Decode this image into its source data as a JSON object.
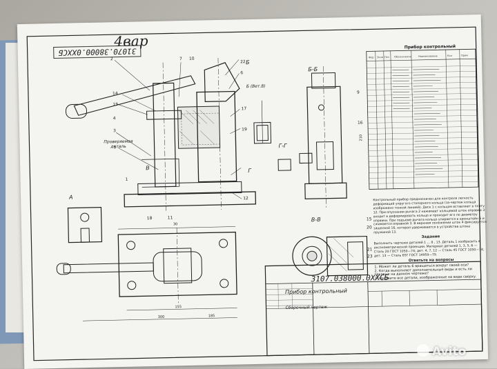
{
  "drawing": {
    "handwritten_note": "4вар",
    "code_stamp_top": "31070.38000.0ХХСБ",
    "spec_title": "Прибор контрольный",
    "title_block": {
      "code": "3107.038000.0ХХСБ",
      "name": "Прибор контрольный",
      "subtitle": "Сборочный чертеж"
    },
    "section_labels": [
      "A",
      "Б",
      "В",
      "Г-Г",
      "Б-Б",
      "В-В",
      "Б (Вет.8)",
      "Г"
    ],
    "part_labels": [
      "1",
      "2",
      "3",
      "4",
      "5",
      "6",
      "7",
      "9",
      "10",
      "11",
      "12",
      "13",
      "14",
      "15",
      "16",
      "17",
      "18",
      "19",
      "20",
      "21",
      "22",
      "23"
    ],
    "dimensions": [
      "30",
      "155",
      "300",
      "185",
      "210"
    ],
    "part_caption": "Проверяемая деталь",
    "description": "Контрольный прибор предназначен для контроля легкость деформаций упругого стопорного кольца (за-чертеж кольца изображено тонкой линией). Диск 1 с кольцом вставляют в плиту 12. При опускании рычага 2 нажимает кольцевой шток оправки 3 входит в деформировать кольцо и проходит его по диаметру оправки. При подъеме рычага кольцо упирается в кронштейн 5 и сжимается оправкой 3. В верхнем положении шток 4 фиксируется защелкой 16, которая удерживается в устройстве штока пружиной 13.",
    "task_heading": "Задание",
    "task_text": "Выполнить чертежи деталей 1 ... 8 , 13. Деталь 1 изобразить в аксонометрической проекции. Материал деталей 1, 3, 5, 6 — Сталь 20 ГОСТ 1050—74; дет. 4, 7, 12 — Сталь 45 ГОСТ 1050—74; дет. 13 — Сталь 65Г ГОСТ 14959—79.",
    "questions_heading": "Ответьте на вопросы",
    "questions": [
      "1. Может ли деталь 6 вращаться вокруг своей оси?",
      "2. Когда выполняют дополнительные виды и есть ли таковые на данном чертеже?",
      "3. Назовите все детали, изображенные на виде сверху."
    ],
    "watermark": "Avito"
  }
}
